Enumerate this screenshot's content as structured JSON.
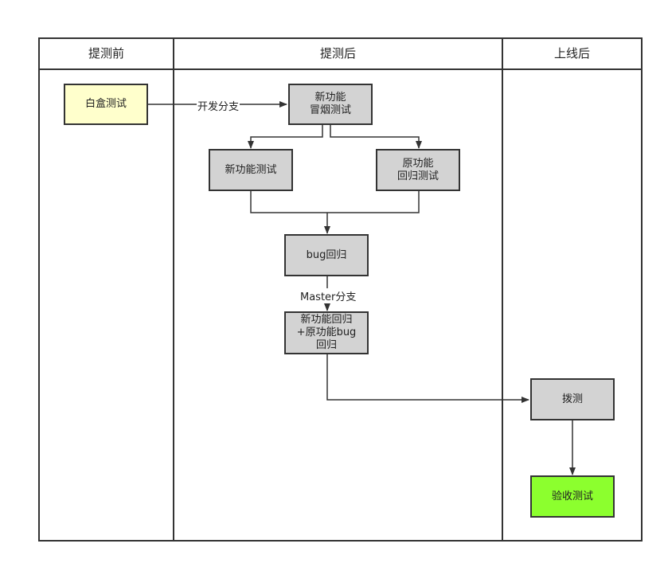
{
  "lanes": [
    {
      "title": "提测前"
    },
    {
      "title": "提测后"
    },
    {
      "title": "上线后"
    }
  ],
  "nodes": {
    "white_box_test": "白盒测试",
    "new_feature_smoke": "新功能\n冒烟测试",
    "new_feature_test": "新功能测试",
    "old_feature_regression": "原功能\n回归测试",
    "bug_regression": "bug回归",
    "combined_regression": "新功能回归\n+原功能bug\n回归",
    "dial_test": "拨测",
    "acceptance_test": "验收测试"
  },
  "edge_labels": {
    "dev_branch": "开发分支",
    "master_branch": "Master分支"
  },
  "colors": {
    "process": "#d3d3d3",
    "start": "#ffffcc",
    "end": "#8cff2e",
    "stroke": "#333333"
  }
}
